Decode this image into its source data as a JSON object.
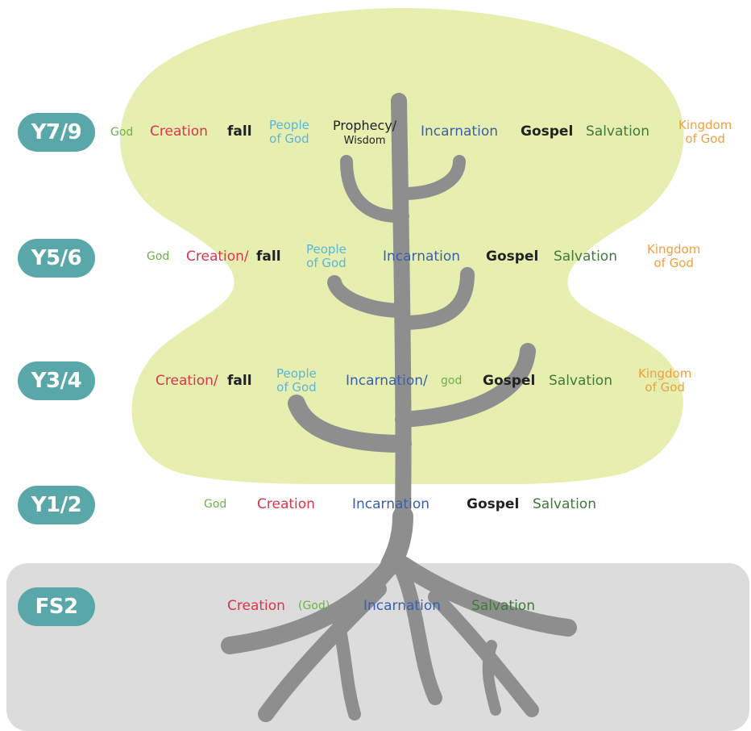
{
  "colors": {
    "canopy": "#e6eeb0",
    "ground": "#dcdcdc",
    "trunk": "#8e8e8e",
    "label_pill": "#5aa7a9",
    "god": "#6db24a",
    "creation": "#d8364a",
    "fall": "#222222",
    "people_of_god": "#5bb7d6",
    "incarnation": "#3b5fa8",
    "gospel": "#222222",
    "salvation": "#3f7a3a",
    "kingdom_of_god": "#f0a040"
  },
  "rows": {
    "y79": {
      "label": "Y7/9",
      "god": "God",
      "creation": "Creation",
      "fall": "fall",
      "people_l1": "People",
      "people_l2": "of God",
      "prophecy_l1": "Prophecy/",
      "prophecy_l2": "Wisdom",
      "incarnation": "Incarnation",
      "gospel": "Gospel",
      "salvation": "Salvation",
      "kingdom_l1": "Kingdom",
      "kingdom_l2": "of God"
    },
    "y56": {
      "label": "Y5/6",
      "god": "God",
      "creation": "Creation/",
      "fall": "fall",
      "people_l1": "People",
      "people_l2": "of God",
      "incarnation": "Incarnation",
      "gospel": "Gospel",
      "salvation": "Salvation",
      "kingdom_l1": "Kingdom",
      "kingdom_l2": "of God"
    },
    "y34": {
      "label": "Y3/4",
      "creation": "Creation/",
      "fall": "fall",
      "people_l1": "People",
      "people_l2": "of God",
      "incarnation": "Incarnation/",
      "god": "god",
      "gospel": "Gospel",
      "salvation": "Salvation",
      "kingdom_l1": "Kingdom",
      "kingdom_l2": "of God"
    },
    "y12": {
      "label": "Y1/2",
      "god": "God",
      "creation": "Creation",
      "incarnation": "Incarnation",
      "gospel": "Gospel",
      "salvation": "Salvation"
    },
    "fs2": {
      "label": "FS2",
      "creation": "Creation",
      "god": "(God)",
      "incarnation": "Incarnation",
      "salvation": "Salvation"
    }
  }
}
